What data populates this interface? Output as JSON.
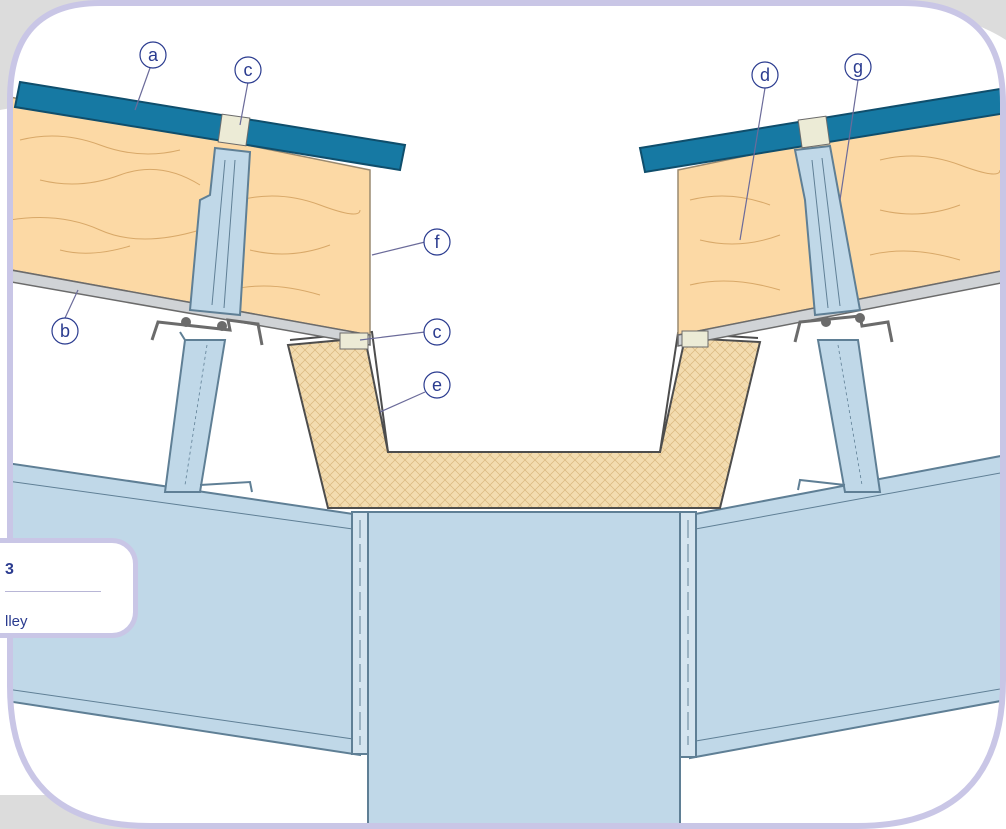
{
  "labels": {
    "a": "a",
    "b": "b",
    "c1": "c",
    "c2": "c",
    "d": "d",
    "e": "e",
    "f": "f",
    "g": "g"
  },
  "caption": {
    "number": "3",
    "text": "lley"
  },
  "colors": {
    "sheet_blue": "#1679a3",
    "insulation": "#fcd9a5",
    "steel_light": "#c0d8e8",
    "steel_edge": "#5f7f95",
    "gutter_fill": "#f3dcb0",
    "frame_border": "#c9c6e6",
    "callout_ink": "#2a3b8f",
    "corner_band": "#dcdcdc"
  }
}
